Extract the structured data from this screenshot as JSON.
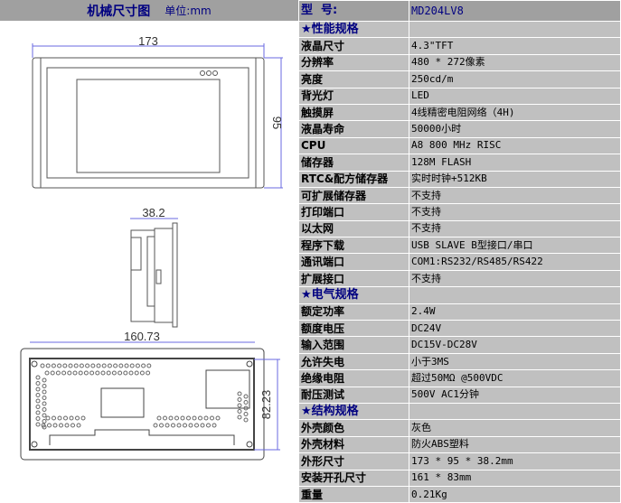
{
  "drawing": {
    "title": "机械尺寸图",
    "unit": "单位:mm",
    "dim_width": "173",
    "dim_height": "95",
    "dim_depth": "38.2",
    "dim_cut_width": "160.73",
    "dim_cut_height": "82.23"
  },
  "spec": {
    "header": {
      "label": "型  号:",
      "value": "MD204LV8"
    },
    "rows": [
      {
        "label": "★性能规格",
        "value": "",
        "section": true
      },
      {
        "label": "液晶尺寸",
        "value": "4.3\"TFT"
      },
      {
        "label": "分辨率",
        "value": "480 * 272像素"
      },
      {
        "label": "亮度",
        "value": "250cd/m"
      },
      {
        "label": "背光灯",
        "value": "LED"
      },
      {
        "label": "触摸屏",
        "value": "4线精密电阻网络（4H)"
      },
      {
        "label": "液晶寿命",
        "value": "50000小时"
      },
      {
        "label": "CPU",
        "value": "A8 800 MHz RISC"
      },
      {
        "label": "储存器",
        "value": "128M FLASH"
      },
      {
        "label": "RTC&配方储存器",
        "value": "实时时钟+512KB"
      },
      {
        "label": "可扩展储存器",
        "value": "不支持"
      },
      {
        "label": "打印端口",
        "value": "不支持"
      },
      {
        "label": "以太网",
        "value": "不支持"
      },
      {
        "label": "程序下载",
        "value": "USB SLAVE B型接口/串口"
      },
      {
        "label": "通讯端口",
        "value": "COM1:RS232/RS485/RS422"
      },
      {
        "label": "扩展接口",
        "value": "不支持"
      },
      {
        "label": "★电气规格",
        "value": "",
        "section": true
      },
      {
        "label": "额定功率",
        "value": "2.4W"
      },
      {
        "label": "额度电压",
        "value": "DC24V"
      },
      {
        "label": "输入范围",
        "value": "DC15V-DC28V"
      },
      {
        "label": "允许失电",
        "value": "小于3MS"
      },
      {
        "label": "绝缘电阻",
        "value": "超过50MΩ @500VDC"
      },
      {
        "label": "耐压测试",
        "value": "500V AC1分钟"
      },
      {
        "label": "★结构规格",
        "value": "",
        "section": true
      },
      {
        "label": "外壳颜色",
        "value": "灰色"
      },
      {
        "label": "外壳材料",
        "value": "防火ABS塑料"
      },
      {
        "label": "外形尺寸",
        "value": "173 * 95 * 38.2mm"
      },
      {
        "label": "安装开孔尺寸",
        "value": "161 * 83mm"
      },
      {
        "label": "重量",
        "value": "0.21Kg"
      }
    ]
  }
}
